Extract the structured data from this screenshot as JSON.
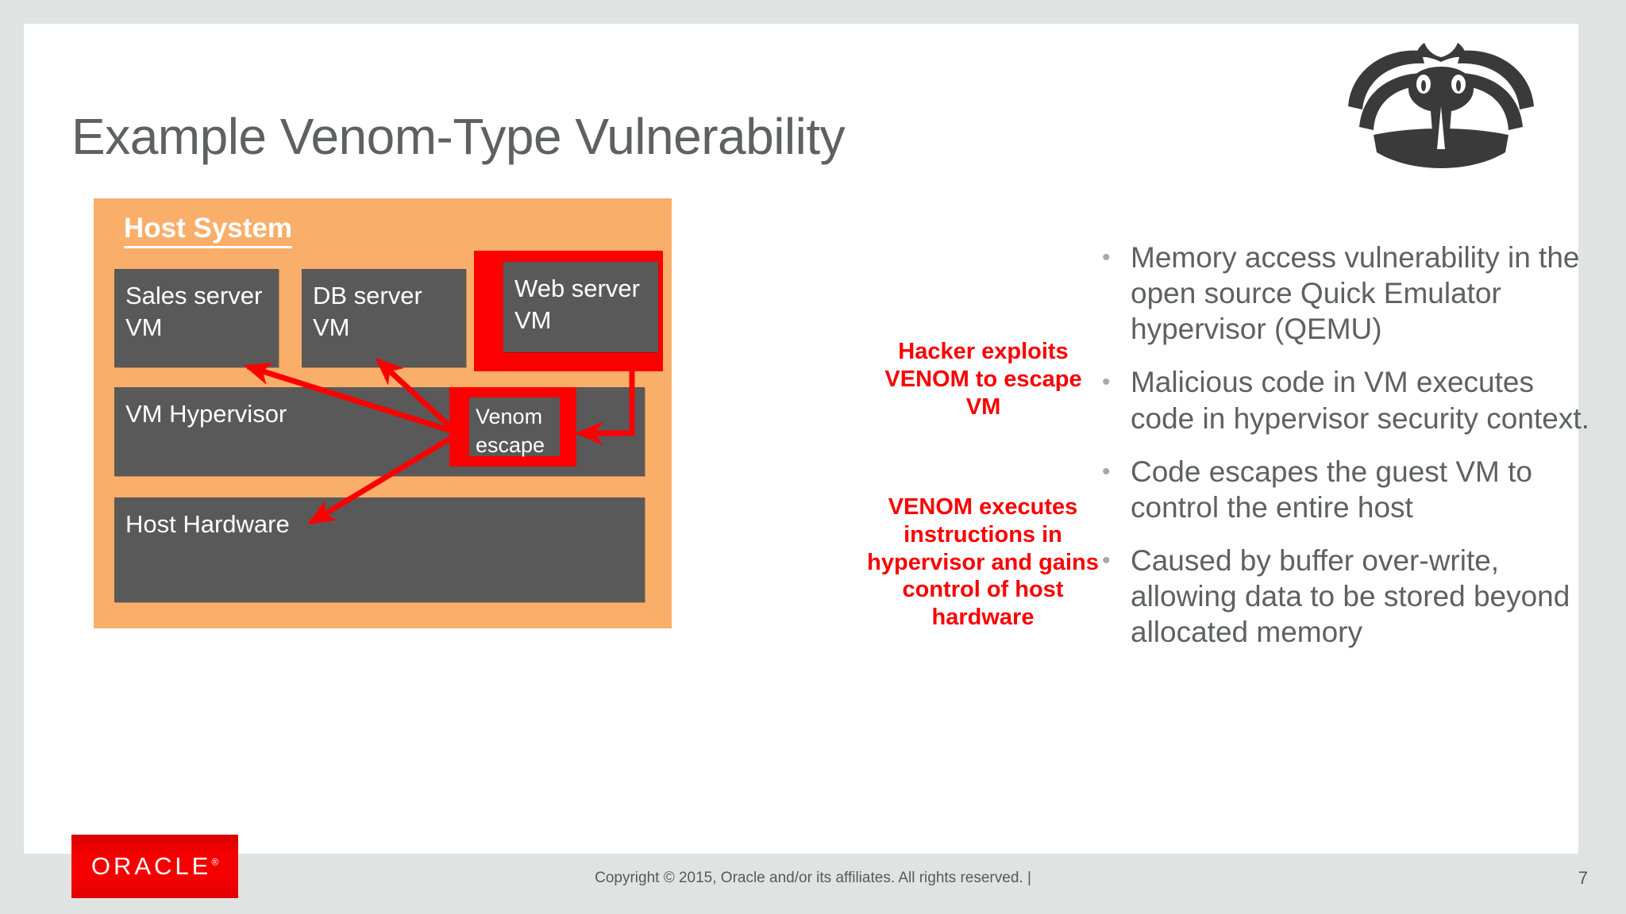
{
  "slide": {
    "title": "Example Venom-Type Vulnerability",
    "page_number": "7",
    "copyright": "Copyright © 2015, Oracle and/or its affiliates. All rights reserved.  |",
    "brand": {
      "wordmark": "ORACLE",
      "registered": "®",
      "logo_color": "#f50000"
    },
    "logo_icon_name": "venom-cobra-logo"
  },
  "colors": {
    "page_background": "#dfe4e3",
    "slide_background": "#ffffff",
    "title_gray": "#5d6160",
    "host_orange": "#f9ae69",
    "box_gray": "#595959",
    "alert_red": "#fb0000",
    "bullet_dot_gray": "#a8a8a8"
  },
  "diagram": {
    "host_system_label": "Host System",
    "vms": [
      {
        "id": "sales",
        "label": "Sales server\nVM",
        "line1": "Sales server",
        "line2": "VM",
        "highlighted": false
      },
      {
        "id": "db",
        "label": "DB server\nVM",
        "line1": "DB server",
        "line2": "VM",
        "highlighted": false
      },
      {
        "id": "web",
        "label": "Web server\nVM",
        "line1": "Web server",
        "line2": "VM",
        "highlighted": true
      }
    ],
    "hypervisor_label": "VM Hypervisor",
    "host_hardware_label": "Host Hardware",
    "venom_escape": {
      "line1": "Venom",
      "line2": "escape",
      "highlighted": true
    },
    "arrow_color": "#fb0000"
  },
  "annotations": [
    {
      "id": "hacker-exploits",
      "text": "Hacker exploits VENOM to escape VM"
    },
    {
      "id": "venom-executes",
      "text": "VENOM executes instructions in hypervisor and gains control of host hardware"
    }
  ],
  "bullets": [
    {
      "marker": "•",
      "text": "Memory access vulnerability in the open source Quick Emulator hypervisor (QEMU)"
    },
    {
      "marker": "•",
      "text": "Malicious code in VM executes code in hypervisor security context."
    },
    {
      "marker": "•",
      "text": "Code escapes the guest VM to control the entire host"
    },
    {
      "marker": "•",
      "text": "Caused by buffer over-write, allowing data to be stored beyond allocated memory"
    }
  ]
}
